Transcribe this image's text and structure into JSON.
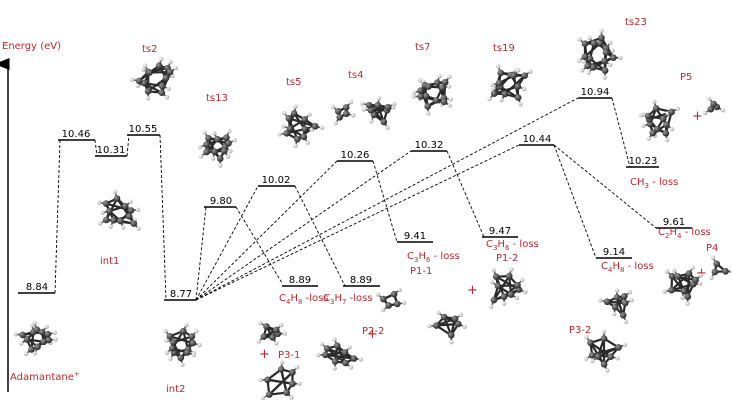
{
  "axis": {
    "label": "Energy (eV)"
  },
  "levels": [
    {
      "id": "adamantane",
      "value": "8.84"
    },
    {
      "id": "int1-left",
      "value": "10.46"
    },
    {
      "id": "int1",
      "value": "10.31"
    },
    {
      "id": "ts2",
      "value": "10.55"
    },
    {
      "id": "int2",
      "value": "8.77"
    },
    {
      "id": "ts-980",
      "value": "9.80"
    },
    {
      "id": "ts-1002",
      "value": "10.02"
    },
    {
      "id": "ts4",
      "value": "10.26"
    },
    {
      "id": "ts7",
      "value": "10.32"
    },
    {
      "id": "ts23",
      "value": "10.94"
    },
    {
      "id": "ts19",
      "value": "10.44"
    },
    {
      "id": "p3-1",
      "value": "8.89"
    },
    {
      "id": "p2-2",
      "value": "8.89"
    },
    {
      "id": "p1-1",
      "value": "9.41"
    },
    {
      "id": "p1-2",
      "value": "9.47"
    },
    {
      "id": "p5",
      "value": "10.23"
    },
    {
      "id": "p4",
      "value": "9.61"
    },
    {
      "id": "p3-2",
      "value": "9.14"
    }
  ],
  "labels": {
    "adamantane": "Adamantane",
    "adamantane_sup": "+",
    "int1": "int1",
    "int2": "int2",
    "ts2": "ts2",
    "ts13": "ts13",
    "ts5": "ts5",
    "ts4": "ts4",
    "ts7": "ts7",
    "ts19": "ts19",
    "ts23": "ts23",
    "P5": "P5",
    "P4": "P4",
    "P1-1": "P1-1",
    "P1-2": "P1-2",
    "P2-2": "P2-2",
    "P3-1": "P3-1",
    "P3-2": "P3-2"
  },
  "losses": {
    "c4h8_a": {
      "pre": "C",
      "sub": "4",
      "mid": "H",
      "sub2": "8",
      "post": " -loss"
    },
    "c3h7": {
      "pre": "C",
      "sub": "3",
      "mid": "H",
      "sub2": "7",
      "post": " -loss"
    },
    "c3h6_a": {
      "pre": "C",
      "sub": "3",
      "mid": "H",
      "sub2": "6",
      "post": " - loss"
    },
    "c3h6_b": {
      "pre": "C",
      "sub": "3",
      "mid": "H",
      "sub2": "6",
      "post": " - loss"
    },
    "ch3": {
      "pre": "CH",
      "sub": "3",
      "mid": "",
      "sub2": "",
      "post": " - loss"
    },
    "c2h4": {
      "pre": "C",
      "sub": "2",
      "mid": "H",
      "sub2": "4",
      "post": " - loss"
    },
    "c4h8_b": {
      "pre": "C",
      "sub": "4",
      "mid": "H",
      "sub2": "8",
      "post": " - loss"
    }
  },
  "plus_sign": "+",
  "colors": {
    "accent": "#c0282d",
    "line": "#000000"
  }
}
